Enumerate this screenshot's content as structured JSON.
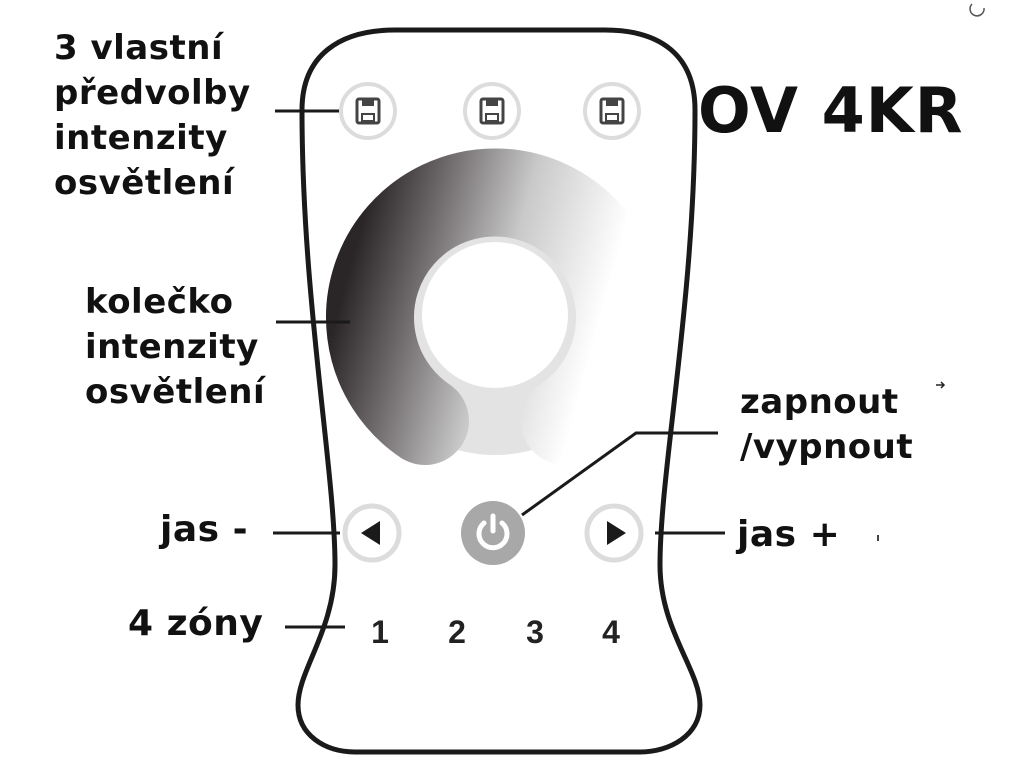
{
  "model": "OV 4KR",
  "labels": {
    "presets": [
      "3 vlastní",
      "předvolby",
      "intenzity",
      "osvětlení"
    ],
    "wheel": [
      "kolečko",
      "intenzity",
      "osvětlení"
    ],
    "power": [
      "zapnout",
      "/vypnout"
    ],
    "brightness_down": "jas -",
    "brightness_up": "jas +",
    "zones": "4 zóny"
  },
  "zone_numbers": [
    "1",
    "2",
    "3",
    "4"
  ],
  "icons": {
    "preset": "floppy-disk-icon",
    "left": "triangle-left-icon",
    "right": "triangle-right-icon",
    "power": "power-icon"
  },
  "colors": {
    "outline": "#1a1a1a",
    "button_ring": "#dcdcdc",
    "power_button": "#a8a8a8",
    "wheel_dark": "#2a2526",
    "wheel_light": "#ffffff"
  }
}
